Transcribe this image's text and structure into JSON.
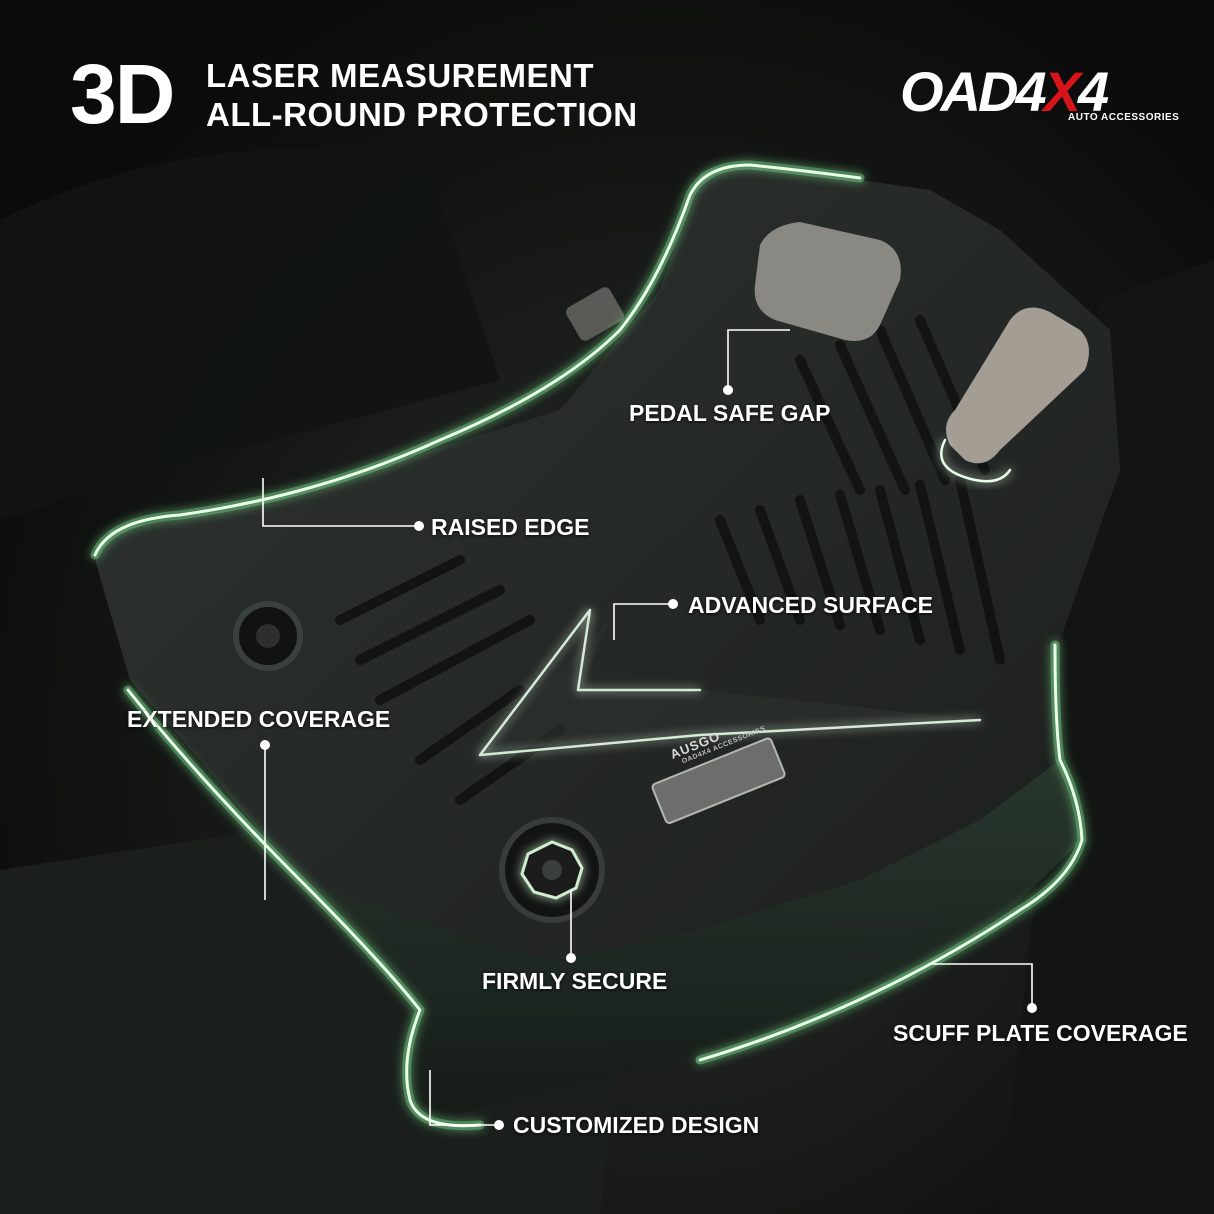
{
  "header": {
    "hero": "3D",
    "line1": "LASER MEASUREMENT",
    "line2": "ALL-ROUND PROTECTION"
  },
  "logo": {
    "main_prefix": "OAD4",
    "main_x": "X",
    "main_suffix": "4",
    "tagline": "AUTO ACCESSORIES",
    "accent_color": "#d8141b"
  },
  "mat_badge": {
    "brand": "AUSGO",
    "sub": "OAD4X4 ACCESSORIES"
  },
  "callouts": {
    "pedal_gap": "PEDAL SAFE GAP",
    "raised_edge": "RAISED EDGE",
    "advanced_surface": "ADVANCED SURFACE",
    "extended_coverage": "EXTENDED COVERAGE",
    "firmly_secure": "FIRMLY SECURE",
    "scuff_plate": "SCUFF PLATE COVERAGE",
    "customized_design": "CUSTOMIZED DESIGN"
  },
  "colors": {
    "outline_glow": "#7ee08f",
    "outline_core": "#e9ffe9",
    "leader_line": "#ffffff"
  }
}
